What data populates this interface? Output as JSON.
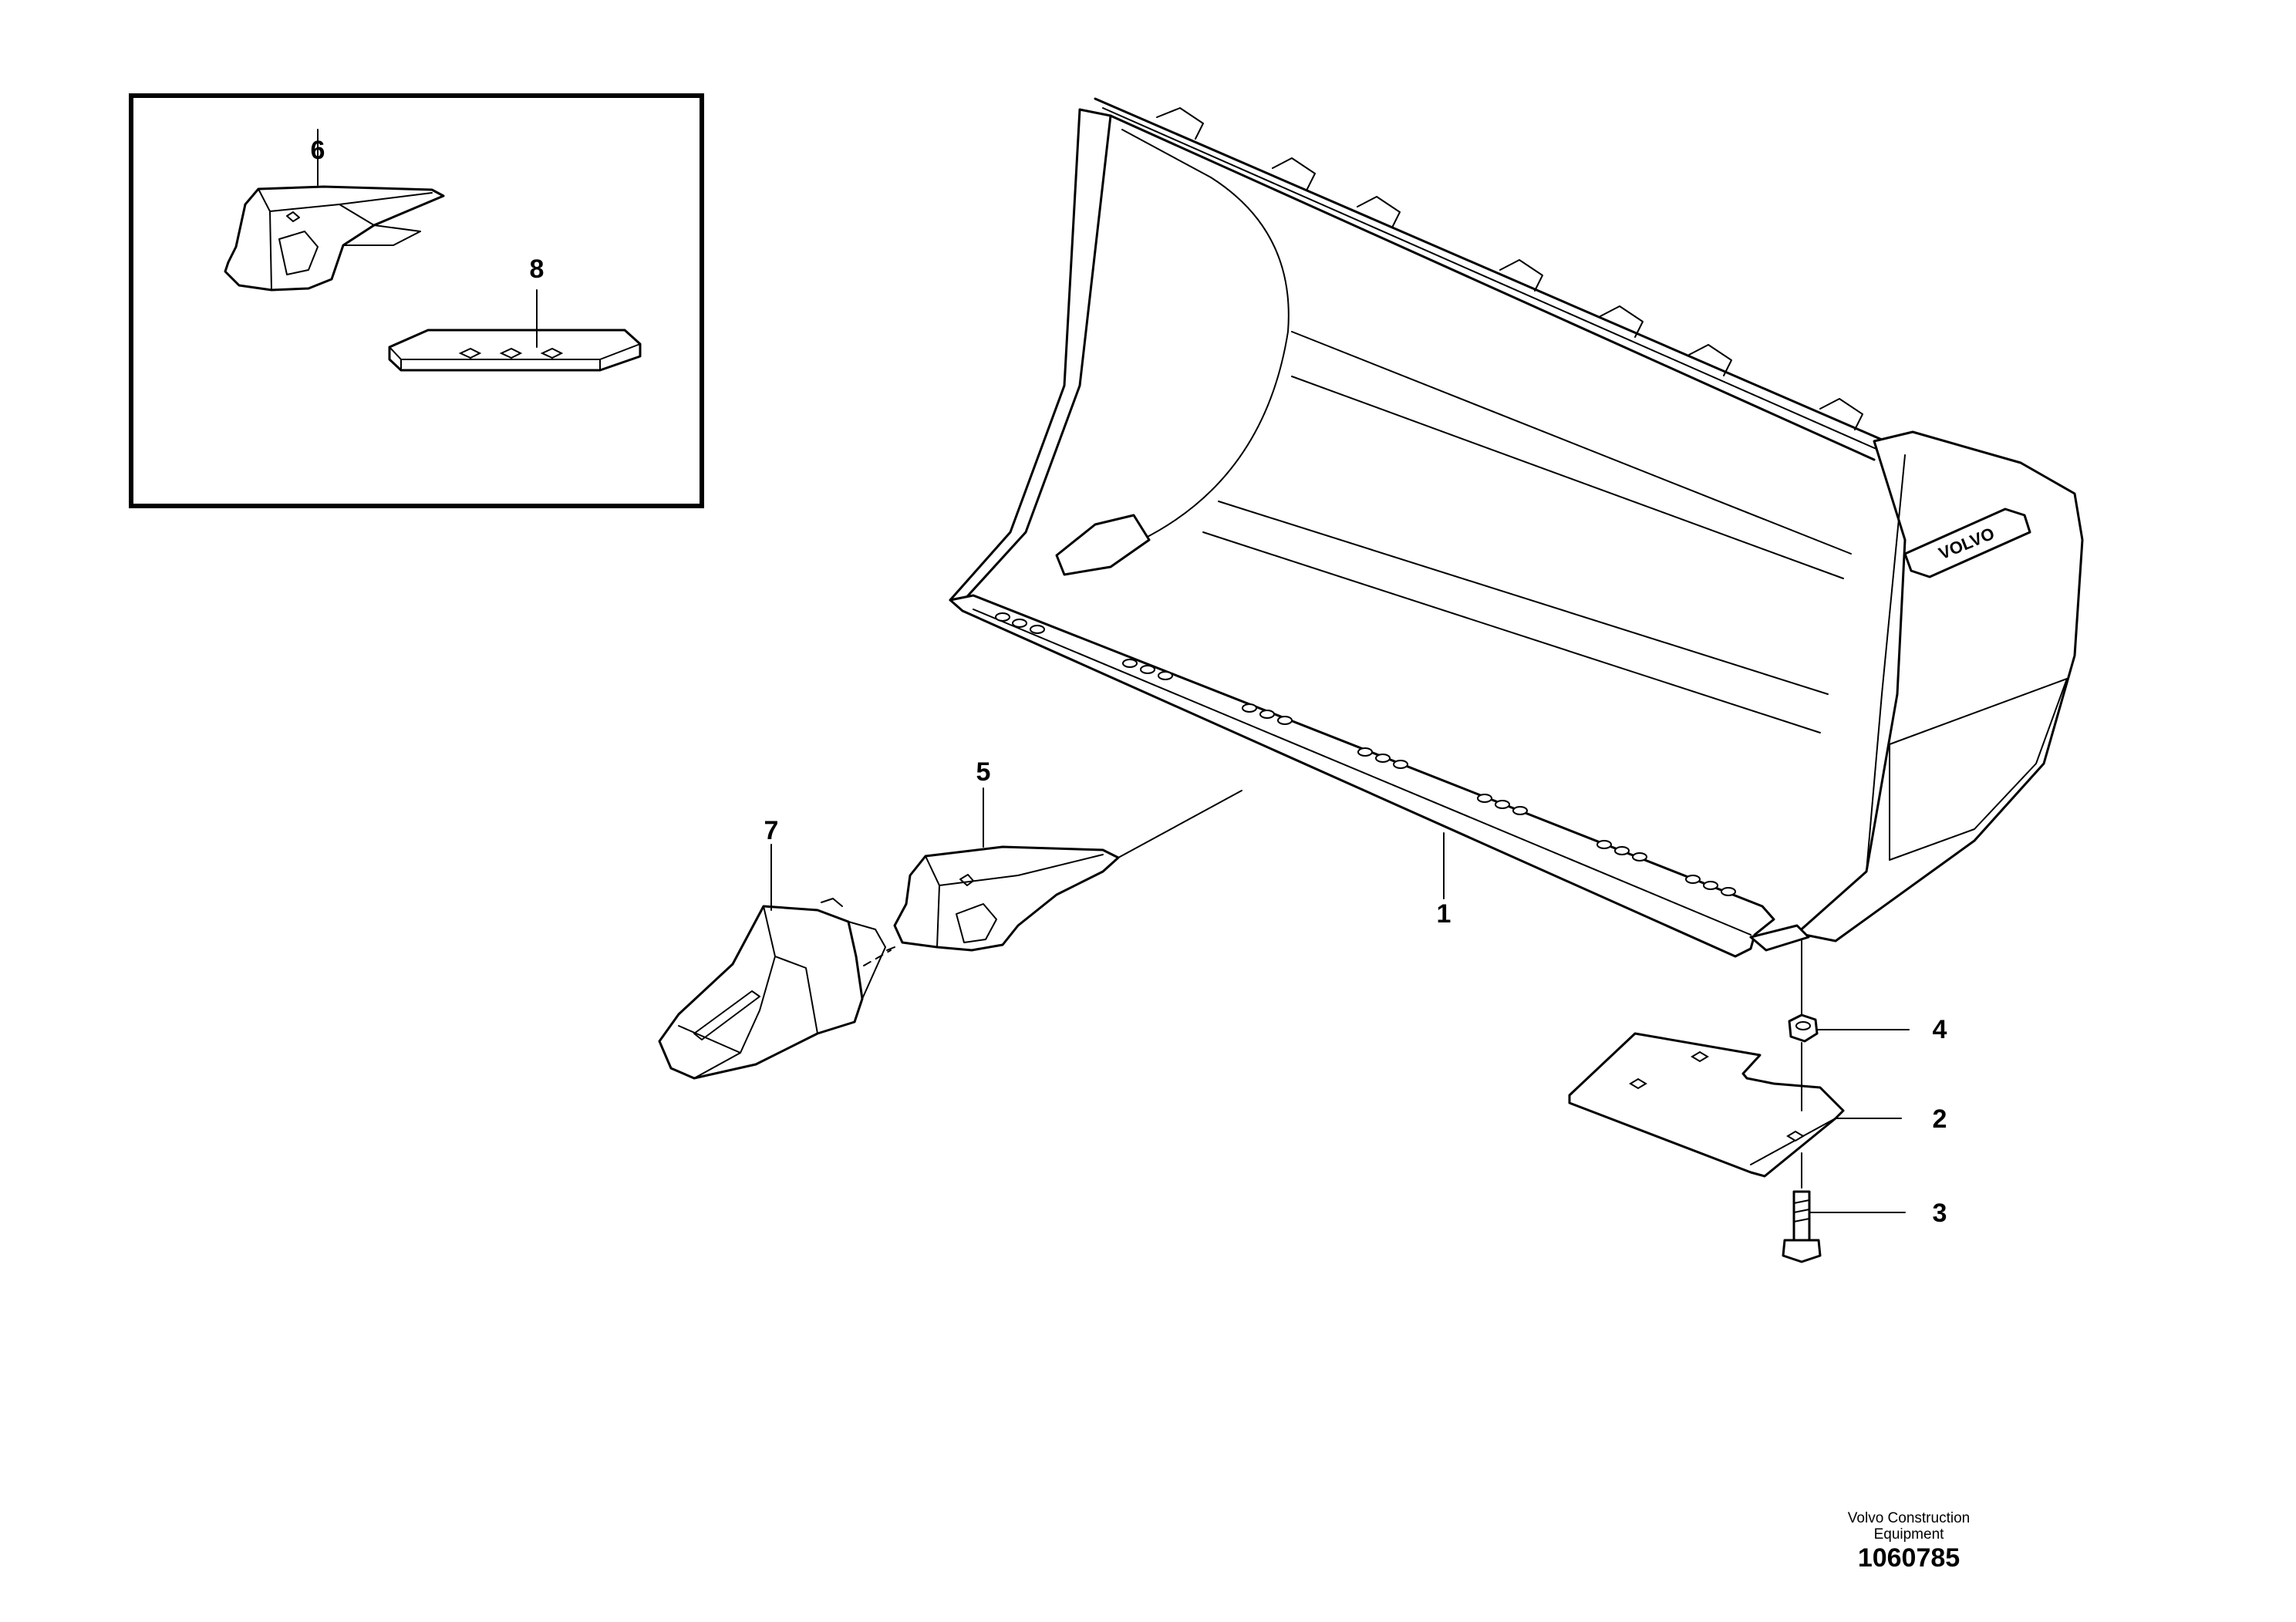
{
  "callouts": [
    {
      "id": "1",
      "label": "1"
    },
    {
      "id": "2",
      "label": "2"
    },
    {
      "id": "3",
      "label": "3"
    },
    {
      "id": "4",
      "label": "4"
    },
    {
      "id": "5",
      "label": "5"
    },
    {
      "id": "6",
      "label": "6"
    },
    {
      "id": "7",
      "label": "7"
    },
    {
      "id": "8",
      "label": "8"
    }
  ],
  "brand_plate": "VOLVO",
  "footer": {
    "company_line1": "Volvo Construction",
    "company_line2": "Equipment",
    "drawing_number": "1060785"
  }
}
